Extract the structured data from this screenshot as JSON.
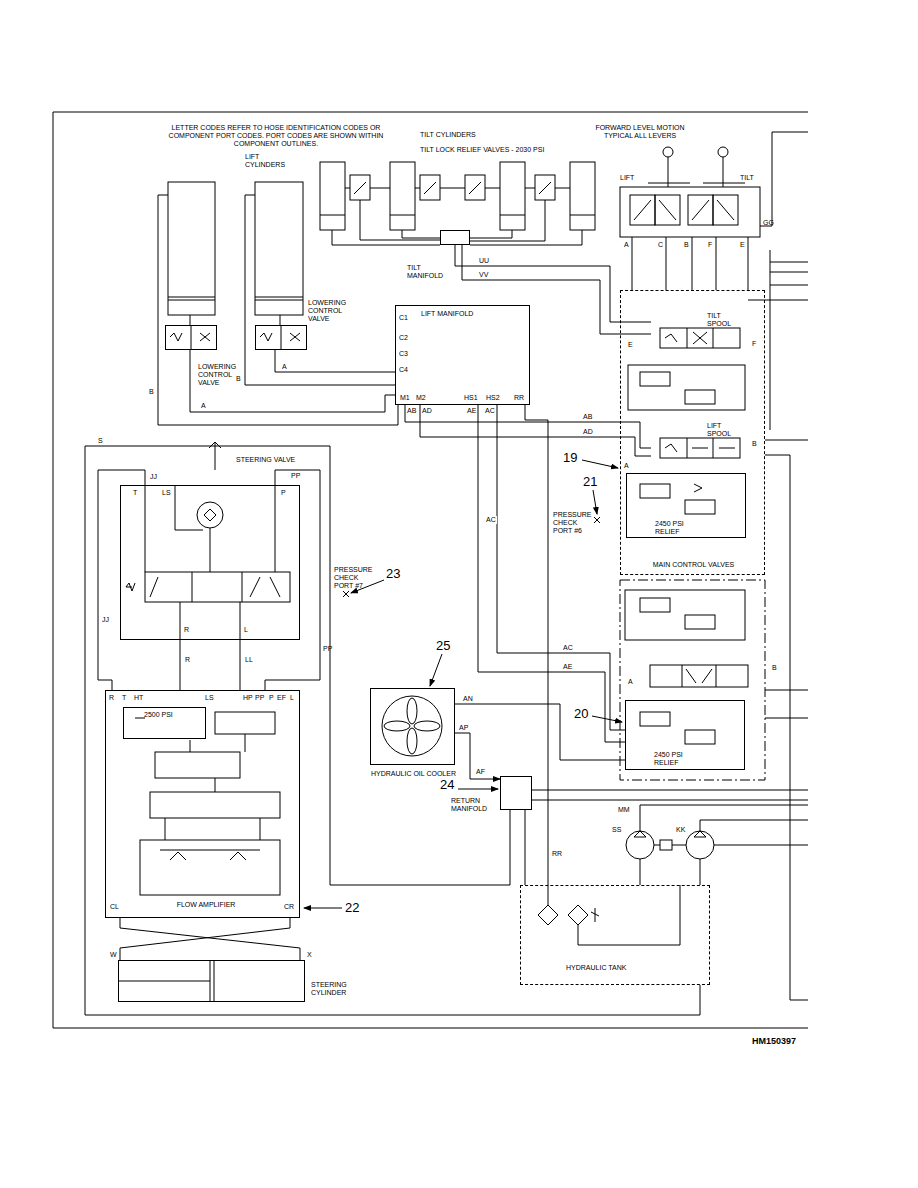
{
  "diagram": {
    "nodes": [
      {
        "text": [
          "TILT MANIFOLD"
        ]
      },
      {
        "text": [
          "MAIN CONTROL VALVES"
        ]
      },
      {
        "text": [
          "TILT SPOOL"
        ],
        "in": 1
      },
      {
        "text": [
          "LIFT SPOOL"
        ],
        "in": 1
      },
      {
        "text": [
          "2450 PSI RELIEF"
        ],
        "in": 1
      },
      {
        "text": [
          "LIFT MANIFOLD"
        ]
      },
      {
        "text": [
          "LOWERING CONTROL VALVE"
        ]
      },
      {
        "text": [
          "LOWERING CONTROL VALVE"
        ]
      },
      {
        "text": [
          "STEERING VALVE"
        ]
      },
      {
        "text": [
          "HYDRAULIC OIL COOLER"
        ]
      },
      {
        "text": [
          "2450 PSI RELIEF"
        ]
      },
      {
        "text": [
          "FLOW AMPLIFIER"
        ]
      },
      {
        "text": [
          "2500 PSI"
        ],
        "in": 11
      },
      {
        "text": [
          "RETURN MANIFOLD"
        ]
      },
      {
        "text": [
          "HYDRAULIC TANK"
        ]
      },
      {
        "text": [
          "STEERING CYLINDER"
        ]
      }
    ],
    "edges": [
      {
        "from": 5,
        "to": 6,
        "arrow": "none",
        "label": "A"
      },
      {
        "from": 5,
        "to": 7,
        "arrow": "none",
        "label": "A"
      },
      {
        "from": 3,
        "to": 5,
        "arrow": "none",
        "label": "AB"
      },
      {
        "from": 3,
        "to": 5,
        "arrow": "none",
        "label": "AD"
      },
      {
        "from": 0,
        "to": 2,
        "arrow": "none",
        "label": "UU"
      },
      {
        "from": 0,
        "to": 2,
        "arrow": "none",
        "label": "VV"
      },
      {
        "from": 5,
        "to": 10,
        "arrow": "none",
        "label": "AC"
      },
      {
        "from": 5,
        "to": 10,
        "arrow": "none",
        "label": "AE"
      },
      {
        "from": 8,
        "to": 11,
        "arrow": "none",
        "label": "LL"
      },
      {
        "from": 8,
        "to": 11,
        "arrow": "none",
        "label": "R"
      },
      {
        "from": 8,
        "to": 11,
        "arrow": "none",
        "label": "PP"
      },
      {
        "from": 8,
        "to": 11,
        "arrow": "none",
        "label": "JJ"
      },
      {
        "from": 11,
        "to": 15,
        "arrow": "none"
      },
      {
        "from": 11,
        "to": 15,
        "arrow": "none"
      },
      {
        "from": 9,
        "to": 13,
        "arrow": "to",
        "label": "AP"
      },
      {
        "from": 9,
        "to": 10,
        "arrow": "none",
        "label": "AN"
      },
      {
        "from": 13,
        "to": 14,
        "arrow": "none"
      },
      {
        "from": 5,
        "to": 14,
        "arrow": "none",
        "label": "RR"
      }
    ],
    "labels": [
      "LETTER CODES REFER TO HOSE IDENTIFICATION CODES OR COMPONENT PORT CODES. PORT CODES ARE SHOWN WITHIN COMPONENT OUTLINES.",
      "TILT CYLINDERS",
      "TILT LOCK RELIEF VALVES - 2030 PSI",
      "FORWARD LEVEL MOTION TYPICAL ALL LEVERS",
      "LIFT CYLINDERS",
      "LIFT",
      "TILT",
      "A",
      "C",
      "B",
      "F",
      "E",
      "GG",
      "C1",
      "C2",
      "C3",
      "C4",
      "M1",
      "M2",
      "HS1",
      "HS2",
      "RR",
      "B",
      "B",
      "E",
      "F",
      "A",
      "B",
      "19",
      "21",
      "PRESSURE CHECK PORT #6",
      "S",
      "JJ",
      "T",
      "LS",
      "P",
      "R",
      "L",
      "PRESSURE CHECK PORT #7",
      "23",
      "25",
      "AC",
      "AE",
      "A",
      "B",
      "20",
      "R",
      "T",
      "HT",
      "LS",
      "HP",
      "PP",
      "P",
      "EF",
      "L",
      "CL",
      "CR",
      "22",
      "AF",
      "24",
      "MM",
      "SS",
      "KK",
      "W",
      "X",
      "HM150397",
      "PP",
      "AB",
      "AD",
      "AC"
    ]
  }
}
